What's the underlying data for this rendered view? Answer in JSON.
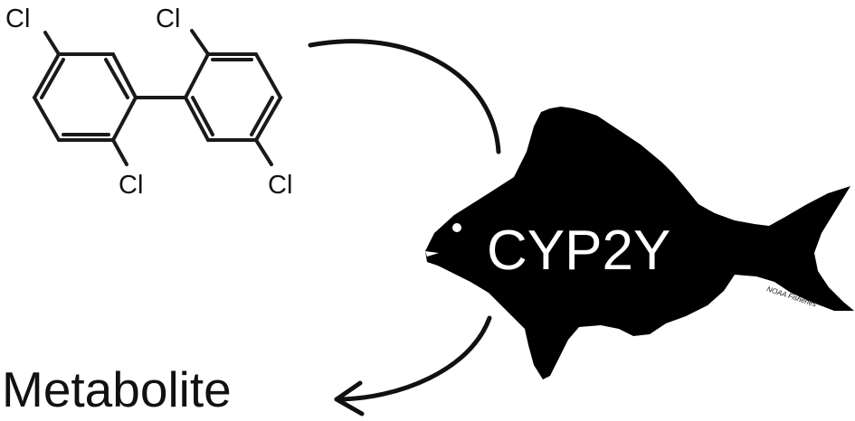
{
  "molecule": {
    "substituents": [
      "Cl",
      "Cl",
      "Cl",
      "Cl"
    ]
  },
  "organism": {
    "enzyme_label": "CYP2Y",
    "credit": "NOAA Fisheries",
    "silhouette_color": "#000000",
    "label_color": "#ffffff"
  },
  "product": {
    "label": "Metabolite"
  },
  "icons": [
    "fish-silhouette-icon",
    "arrow-icon"
  ]
}
